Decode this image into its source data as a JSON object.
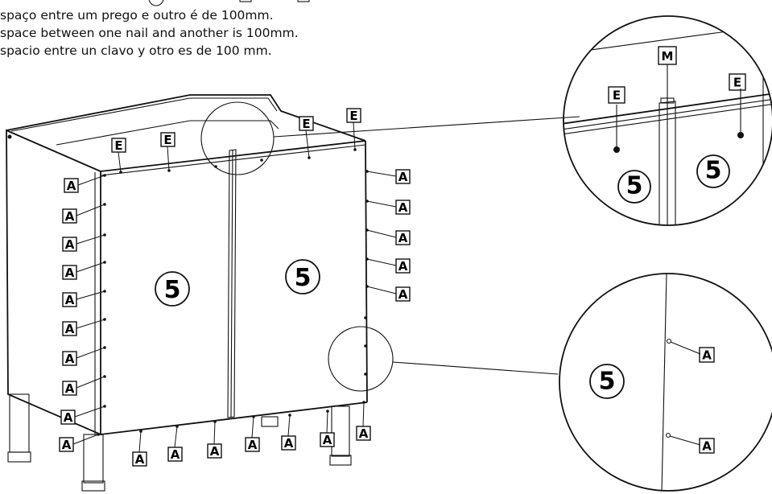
{
  "instructions": {
    "top_clipped": "Ⓢ …",
    "pt": "spaço entre um prego e outro é de 100mm.",
    "en": "space between one nail and another is 100mm.",
    "es": "spacio entre un clavo y otro es de 100 mm."
  },
  "labels": {
    "nail": "A",
    "screw": "E",
    "strip": "M",
    "panel": "5"
  }
}
